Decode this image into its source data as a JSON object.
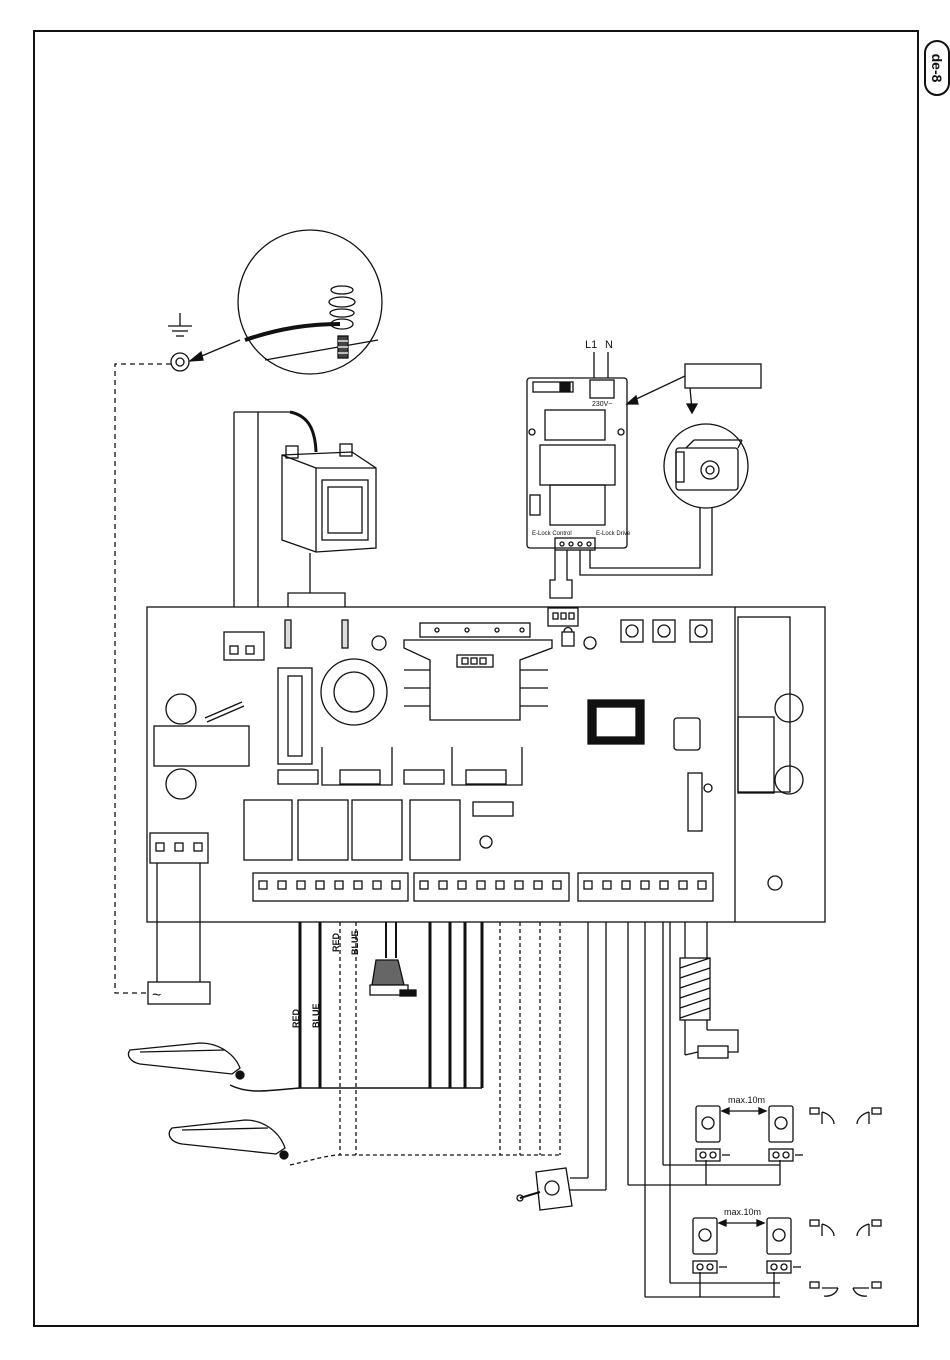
{
  "page": {
    "tab_label": "de-8"
  },
  "mains": {
    "l1": "L1",
    "n": "N"
  },
  "lock_module": {
    "voltage": "230V~",
    "control_label": "E-Lock Control",
    "drive_label": "E-Lock Drive"
  },
  "wires": {
    "red_1": "RED",
    "blue_1": "BLUE",
    "red_2": "RED",
    "blue_2": "BLUE"
  },
  "photocells": {
    "distance_1": "max.10m",
    "distance_2": "max.10m"
  },
  "transformer": {
    "ac_symbol": "~"
  },
  "icons": [
    "ground-icon",
    "key-switch-icon",
    "electric-lock-icon",
    "flashing-light-icon",
    "motor-arm-icon",
    "photocell-icon"
  ]
}
